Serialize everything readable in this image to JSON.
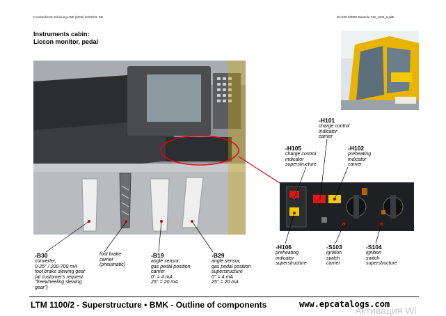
{
  "header": {
    "left": "Kundendienst-Schulung LWE (MKB) 10/02/03- ED",
    "right": "D1/100-2/BMK-Bauteile CW_1100_2.pdE"
  },
  "section": {
    "title_line1": "Instruments cabin:",
    "title_line2": "Liccon monitor, pedal"
  },
  "labels_left": [
    {
      "code": "-B30",
      "lines": [
        "converter,",
        "0-25° / 200-700 mA",
        "foot brake slewing gear",
        "(at customer's request",
        "\"freewheeling slewing",
        "gear\")"
      ]
    },
    {
      "code": "",
      "lines": [
        "foot brake",
        "carrier",
        "(pneumatic)"
      ]
    },
    {
      "code": "-B19",
      "lines": [
        "angle sensor,",
        "gas pedal position",
        "carrier",
        "0° = 4 mA",
        "25° = 20 mA"
      ]
    },
    {
      "code": "-B29",
      "lines": [
        "angle sensor,",
        "gas pedal position",
        "superstructure",
        "0° = 4 mA",
        "25° = 20 mA"
      ]
    }
  ],
  "labels_right": [
    {
      "code": "-H101",
      "lines": [
        "charge control",
        "indicator",
        "carrier"
      ]
    },
    {
      "code": "-H105",
      "lines": [
        "charge control",
        "indicator",
        "superstructure"
      ]
    },
    {
      "code": "-H102",
      "lines": [
        "preheating",
        "indicator",
        "carrier"
      ]
    },
    {
      "code": "-H106",
      "lines": [
        "preheating",
        "indicator",
        "superstructure"
      ]
    },
    {
      "code": "-S103",
      "lines": [
        "ignition",
        "switch",
        "carrier"
      ]
    },
    {
      "code": "-S104",
      "lines": [
        "ignition",
        "switch",
        "superstructure"
      ]
    }
  ],
  "footer": {
    "title": "LTM 1100/2 - Superstructure • BMK - Outline of components",
    "url": "www.epcatalogs.com",
    "watermark": "Активация Wi"
  },
  "colors": {
    "marker": "#e30613",
    "highlight": "#e30613"
  }
}
